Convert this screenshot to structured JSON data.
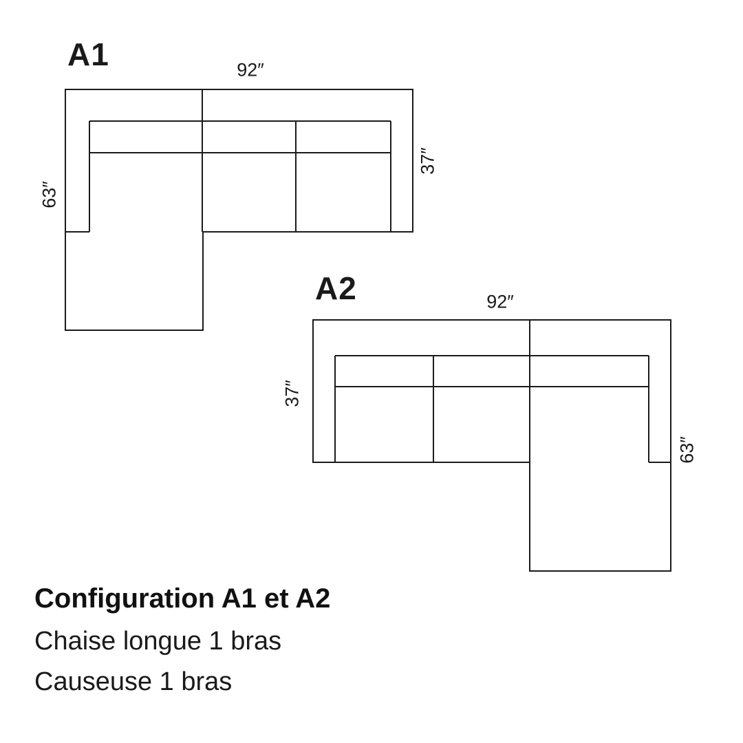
{
  "diagrams": [
    {
      "label": "A1",
      "dim_width": "92″",
      "dim_depth": "37″",
      "dim_chaise": "63″"
    },
    {
      "label": "A2",
      "dim_width": "92″",
      "dim_depth": "37″",
      "dim_chaise": "63″"
    }
  ],
  "caption": {
    "title": "Configuration A1 et A2",
    "line1": "Chaise longue 1 bras",
    "line2": "Causeuse 1 bras"
  }
}
